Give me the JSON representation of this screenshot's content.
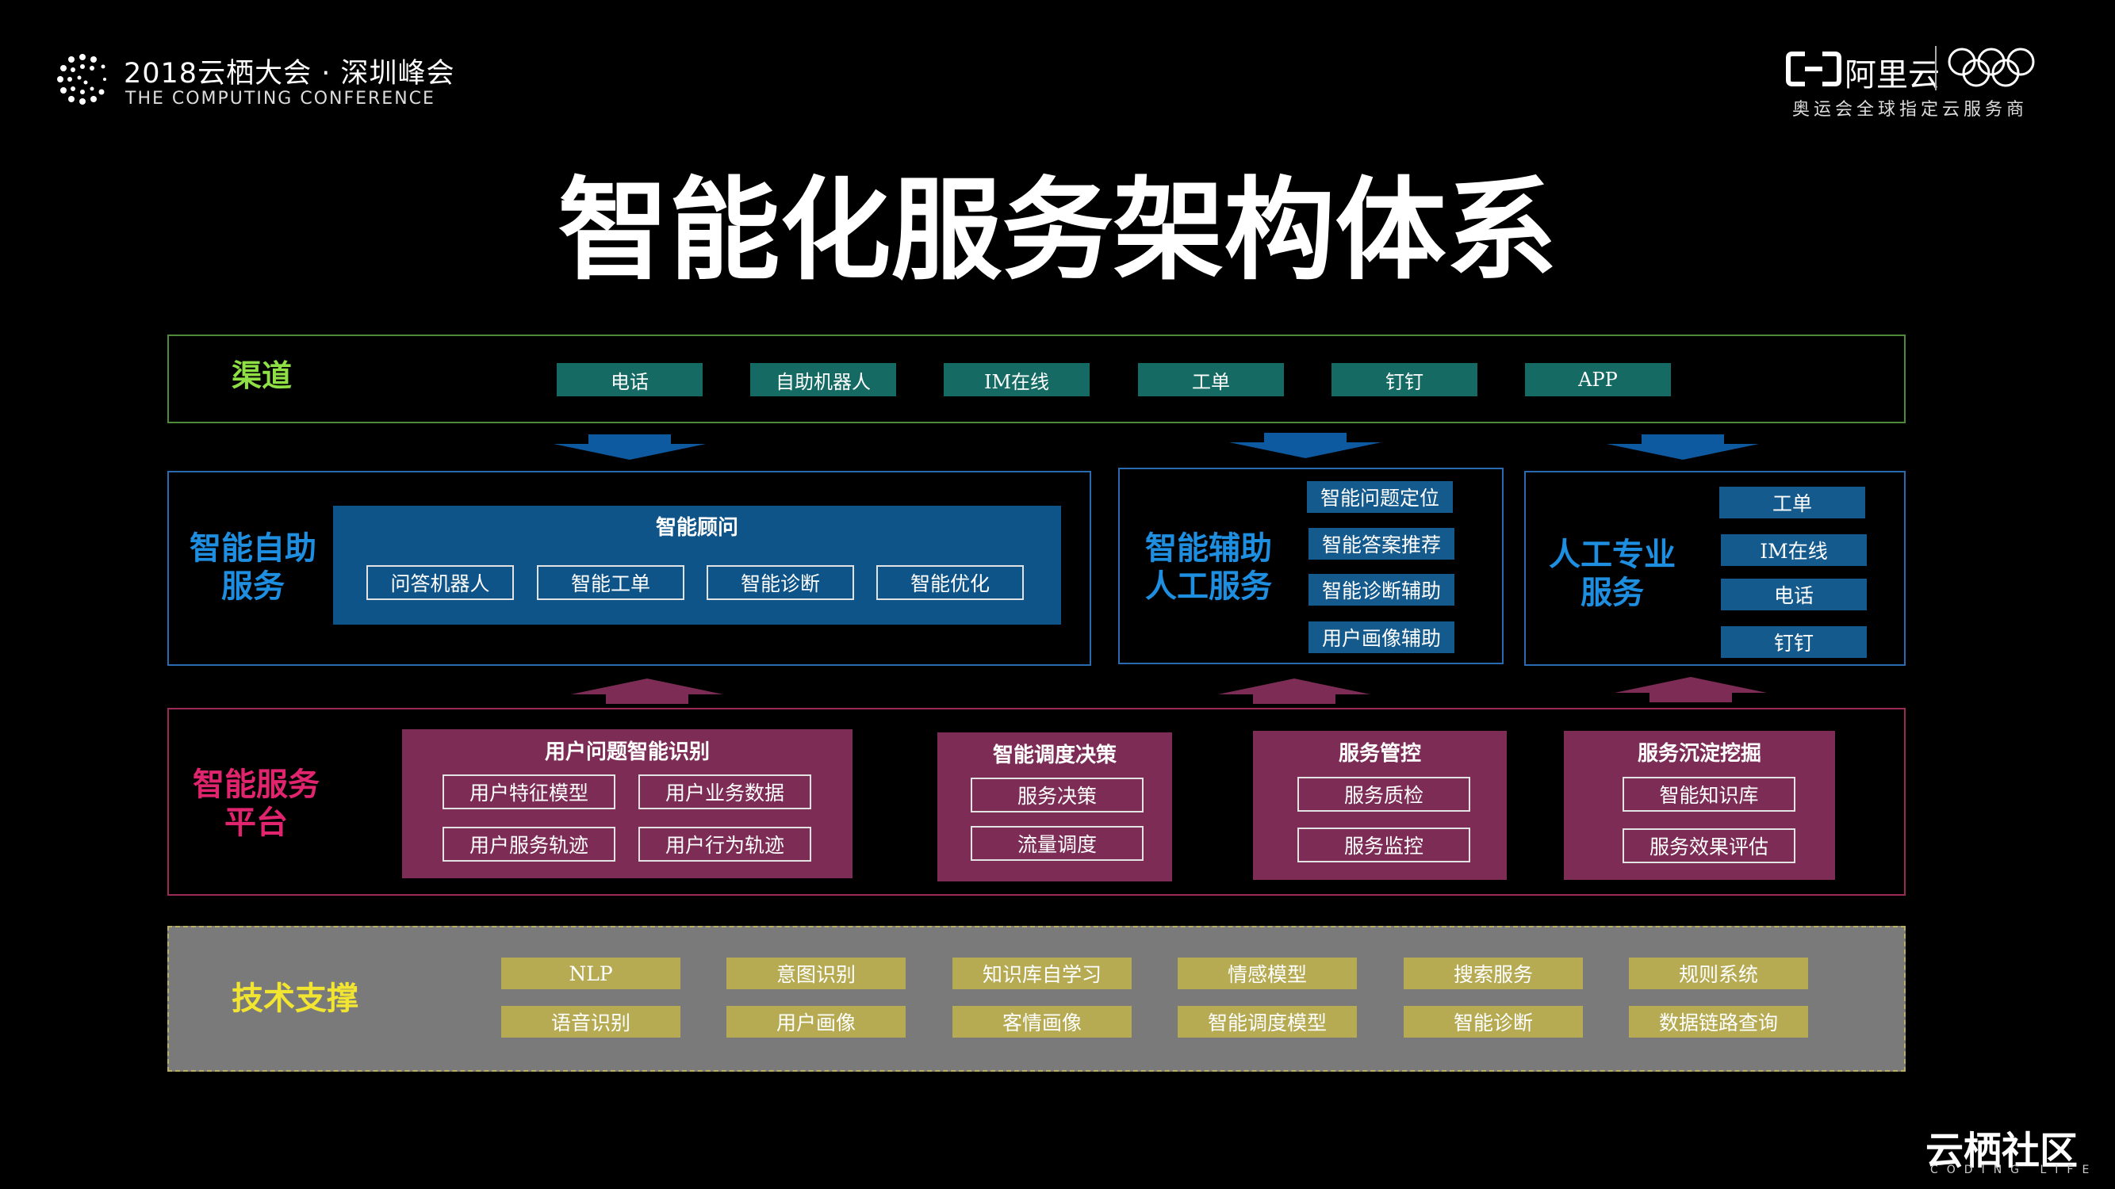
{
  "header": {
    "event_title": "2018云栖大会 · 深圳峰会",
    "event_subtitle": "THE COMPUTING CONFERENCE",
    "brand_name": "阿里云",
    "brand_subtitle": "奥运会全球指定云服务商",
    "footer_brand": "云栖社区",
    "footer_sub": "CODING LIFE"
  },
  "title": "智能化服务架构体系",
  "colors": {
    "channel": "#8ee044",
    "service": "#1e8fe0",
    "platform": "#e0246e",
    "tech": "#f2e531",
    "arrow_blue": "#0e5aa0",
    "arrow_purple": "#7d2d55"
  },
  "channel": {
    "label": "渠道",
    "items": [
      "电话",
      "自助机器人",
      "IM在线",
      "工单",
      "钉钉",
      "APP"
    ]
  },
  "self_service": {
    "label_line1": "智能自助",
    "label_line2": "服务",
    "panel_title": "智能顾问",
    "items": [
      "问答机器人",
      "智能工单",
      "智能诊断",
      "智能优化"
    ]
  },
  "assist": {
    "label_line1": "智能辅助",
    "label_line2": "人工服务",
    "items": [
      "智能问题定位",
      "智能答案推荐",
      "智能诊断辅助",
      "用户画像辅助"
    ]
  },
  "professional": {
    "label_line1": "人工专业",
    "label_line2": "服务",
    "items": [
      "工单",
      "IM在线",
      "电话",
      "钉钉"
    ]
  },
  "platform": {
    "label_line1": "智能服务",
    "label_line2": "平台",
    "groups": [
      {
        "title": "用户问题智能识别",
        "items": [
          "用户特征模型",
          "用户业务数据",
          "用户服务轨迹",
          "用户行为轨迹"
        ]
      },
      {
        "title": "智能调度决策",
        "items": [
          "服务决策",
          "流量调度"
        ]
      },
      {
        "title": "服务管控",
        "items": [
          "服务质检",
          "服务监控"
        ]
      },
      {
        "title": "服务沉淀挖掘",
        "items": [
          "智能知识库",
          "服务效果评估"
        ]
      }
    ]
  },
  "tech": {
    "label": "技术支撑",
    "row1": [
      "NLP",
      "意图识别",
      "知识库自学习",
      "情感模型",
      "搜索服务",
      "规则系统"
    ],
    "row2": [
      "语音识别",
      "用户画像",
      "客情画像",
      "智能调度模型",
      "智能诊断",
      "数据链路查询"
    ]
  }
}
